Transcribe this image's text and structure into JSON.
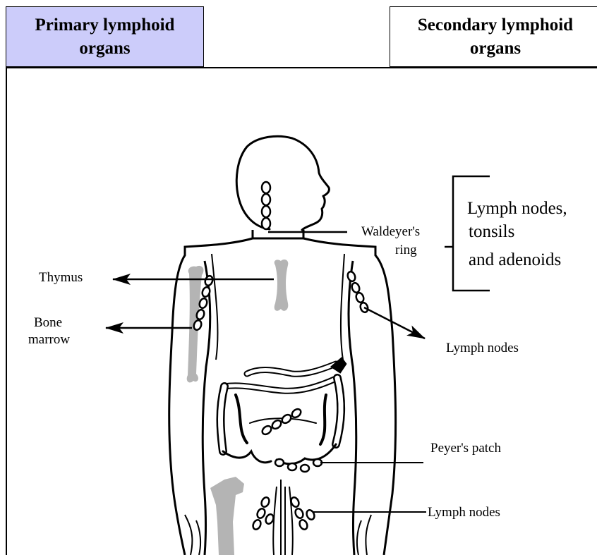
{
  "headers": {
    "primary_line1": "Primary lymphoid",
    "primary_line2": "organs",
    "secondary_line1": "Secondary lymphoid",
    "secondary_line2": "organs"
  },
  "colors": {
    "primary_header_bg": "#ccccfa",
    "bone_gray": "#b4b4b4",
    "outline": "#000000"
  },
  "labels": {
    "thymus": "Thymus",
    "bone_marrow_line1": "Bone",
    "bone_marrow_line2": "marrow",
    "waldeyer_line1": "Waldeyer's",
    "waldeyer_line2": "ring",
    "bracket_line1": "Lymph nodes,",
    "bracket_line2": "tonsils",
    "bracket_line3": "and adenoids",
    "arm_lymph_nodes": "Lymph nodes",
    "peyers_patch": "Peyer's patch",
    "pelvic_lymph_nodes": "Lymph nodes"
  }
}
